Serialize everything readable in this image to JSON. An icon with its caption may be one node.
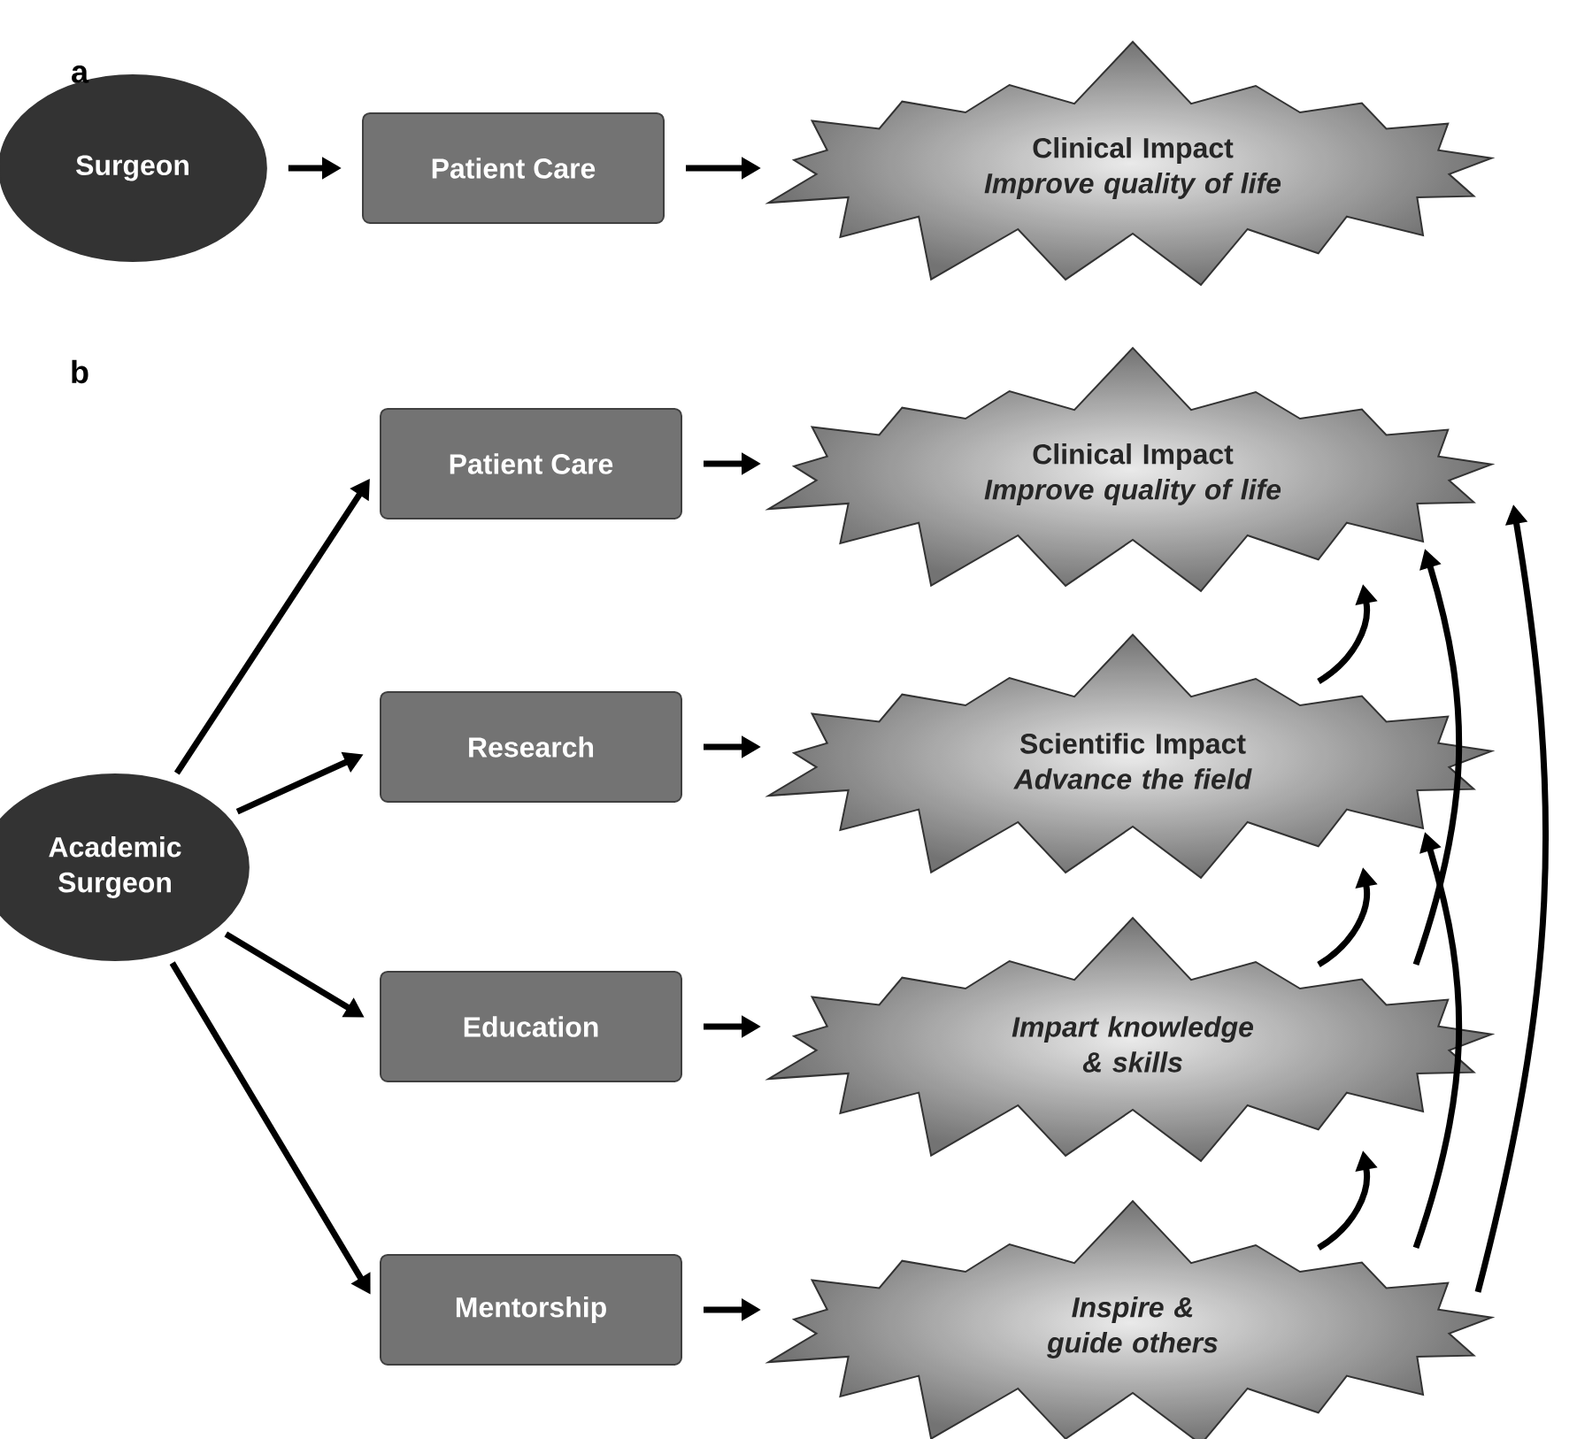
{
  "diagram": {
    "nodes": [
      {
        "text": [
          "Surgeon"
        ]
      },
      {
        "text": [
          "Patient Care"
        ]
      },
      {
        "text": [
          "Clinical Impact",
          "Improve quality of life"
        ]
      },
      {
        "text": [
          "Academic Surgeon"
        ]
      },
      {
        "text": [
          "Patient Care"
        ]
      },
      {
        "text": [
          "Clinical Impact",
          "Improve quality of life"
        ]
      },
      {
        "text": [
          "Research"
        ]
      },
      {
        "text": [
          "Scientific Impact",
          "Advance the field"
        ]
      },
      {
        "text": [
          "Education"
        ]
      },
      {
        "text": [
          "Impart knowledge & skills"
        ]
      },
      {
        "text": [
          "Mentorship"
        ]
      },
      {
        "text": [
          "Inspire & guide others"
        ]
      }
    ],
    "edges": [
      {
        "from": 0,
        "to": 1,
        "arrow": "to"
      },
      {
        "from": 1,
        "to": 2,
        "arrow": "to"
      },
      {
        "from": 3,
        "to": 4,
        "arrow": "to"
      },
      {
        "from": 3,
        "to": 6,
        "arrow": "to"
      },
      {
        "from": 3,
        "to": 8,
        "arrow": "to"
      },
      {
        "from": 3,
        "to": 10,
        "arrow": "to"
      },
      {
        "from": 4,
        "to": 5,
        "arrow": "to"
      },
      {
        "from": 6,
        "to": 7,
        "arrow": "to"
      },
      {
        "from": 8,
        "to": 9,
        "arrow": "to"
      },
      {
        "from": 10,
        "to": 11,
        "arrow": "to"
      },
      {
        "from": 7,
        "to": 5,
        "arrow": "to"
      },
      {
        "from": 9,
        "to": 7,
        "arrow": "to"
      },
      {
        "from": 11,
        "to": 9,
        "arrow": "to"
      },
      {
        "from": 9,
        "to": 5,
        "arrow": "to"
      },
      {
        "from": 11,
        "to": 7,
        "arrow": "to"
      },
      {
        "from": 11,
        "to": 5,
        "arrow": "to"
      }
    ],
    "labels": [
      "a",
      "b"
    ]
  }
}
